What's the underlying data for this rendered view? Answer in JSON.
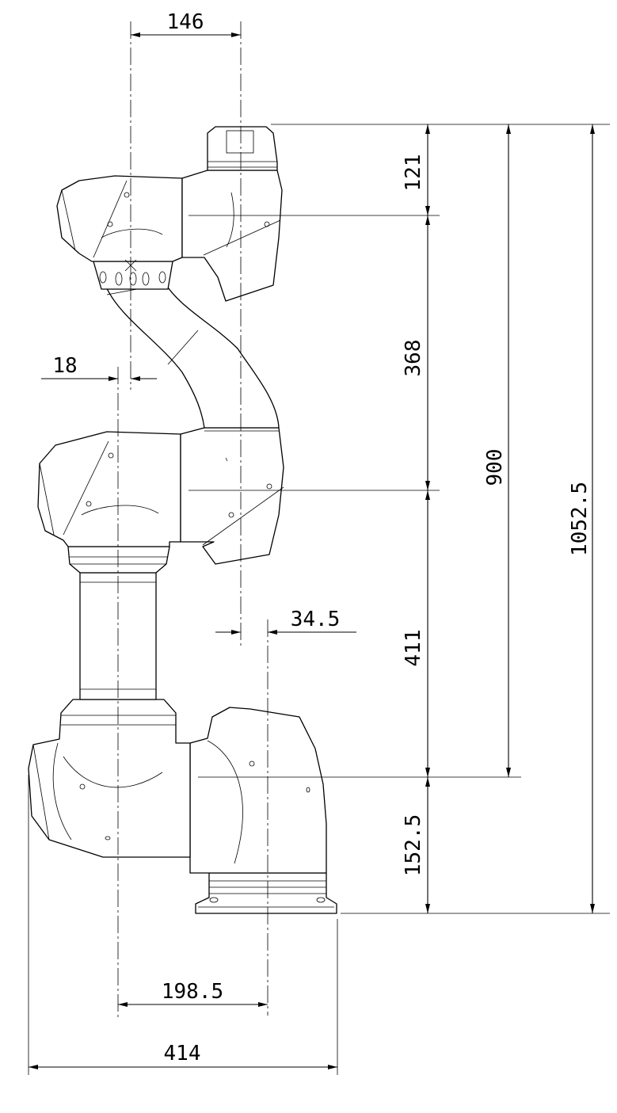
{
  "dimensions": [
    {
      "key": "top_offset",
      "label": "146",
      "value": 146
    },
    {
      "key": "wrist_height",
      "label": "121",
      "value": 121
    },
    {
      "key": "forearm_length",
      "label": "368",
      "value": 368
    },
    {
      "key": "elbow_offset",
      "label": "18",
      "value": 18
    },
    {
      "key": "upper_arm_length",
      "label": "411",
      "value": 411
    },
    {
      "key": "shoulder_reach",
      "label": "900",
      "value": 900
    },
    {
      "key": "total_height",
      "label": "1052.5",
      "value": 1052.5
    },
    {
      "key": "shoulder_offset",
      "label": "34.5",
      "value": 34.5
    },
    {
      "key": "base_height",
      "label": "152.5",
      "value": 152.5
    },
    {
      "key": "base_to_elbow_axis",
      "label": "198.5",
      "value": 198.5
    },
    {
      "key": "overall_width",
      "label": "414",
      "value": 414
    }
  ]
}
